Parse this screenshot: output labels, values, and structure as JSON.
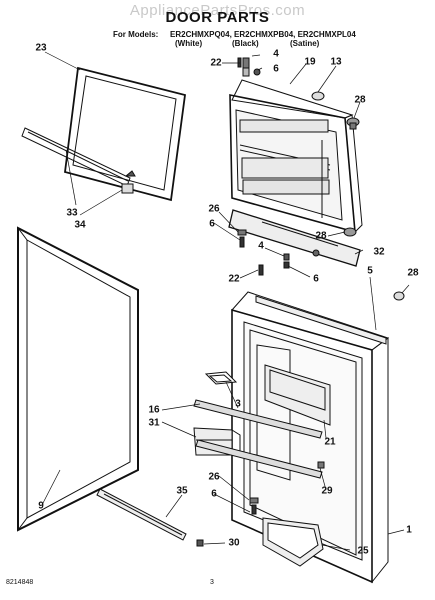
{
  "watermark": "AppliancePartsPros.com",
  "title": "DOOR PARTS",
  "models_label": "For Models:",
  "models": "ER2CHMXPQ04, ER2CHMXPB04, ER2CHMXPL04",
  "model_colors": [
    "(White)",
    "(Black)",
    "(Satine)"
  ],
  "callouts": [
    "23",
    "22",
    "4",
    "6",
    "19",
    "13",
    "28",
    "33",
    "34",
    "26",
    "6",
    "4",
    "28",
    "32",
    "22",
    "6",
    "5",
    "28",
    "3",
    "16",
    "31",
    "21",
    "9",
    "35",
    "26",
    "6",
    "29",
    "30",
    "25",
    "1"
  ],
  "footer": {
    "code": "8214848",
    "page": "3"
  }
}
